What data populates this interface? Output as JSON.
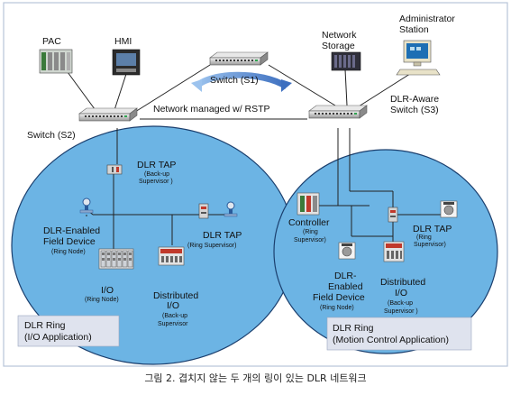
{
  "colors": {
    "ring_fill": "#6cb4e4",
    "ring_stroke": "#1b3f6e",
    "frame_stroke": "#b8c4d8",
    "box_fill": "#dfe3ee",
    "arrow": "#3d6fbf"
  },
  "labels": {
    "pac": "PAC",
    "hmi": "HMI",
    "network_storage_1": "Network",
    "network_storage_2": "Storage",
    "admin_1": "Administrator",
    "admin_2": "Station",
    "switch_s1": "Switch (S1)",
    "network_managed": "Network managed w/ RSTP",
    "switch_s2": "Switch (S2)",
    "dlr_aware_1": "DLR-Aware",
    "dlr_aware_2": "Switch (S3)",
    "left_tap": "DLR TAP",
    "left_tap_sub_1": "(Back-up",
    "left_tap_sub_2": "Supervisor )",
    "field_device_1": "DLR-Enabled",
    "field_device_2": "Field Device",
    "field_device_sub": "(Ring Node)",
    "left_tap2": "DLR TAP",
    "left_tap2_sub": "(Ring Supervisor)",
    "io": "I/O",
    "io_sub": "(Ring Node)",
    "dist_io_1": "Distributed",
    "dist_io_2": "I/O",
    "dist_io_sub_1": "(Back-up",
    "dist_io_sub_2": "Supervisor",
    "controller": "Controller",
    "controller_sub_1": "(Ring",
    "controller_sub_2": "Supervisor)",
    "right_tap": "DLR TAP",
    "right_tap_sub_1": "(Ring",
    "right_tap_sub_2": "Supervisor)",
    "enabled_fd_1": "DLR-",
    "enabled_fd_2": "Enabled",
    "enabled_fd_3": "Field Device",
    "enabled_fd_sub": "(Ring Node)",
    "right_dist_io_1": "Distributed",
    "right_dist_io_2": "I/O",
    "right_dist_io_sub_1": "(Back-up",
    "right_dist_io_sub_2": "Supervisor )",
    "ring_left_1": "DLR Ring",
    "ring_left_2": "(I/O Application)",
    "ring_right_1": "DLR Ring",
    "ring_right_2": "(Motion Control Application)"
  },
  "caption": "그림 2. 겹치지 않는 두 개의 링이 있는 DLR 네트워크"
}
